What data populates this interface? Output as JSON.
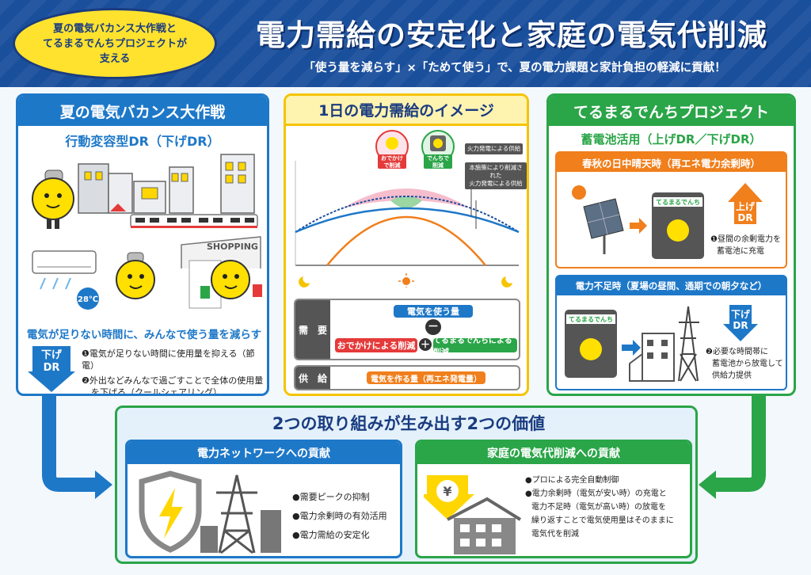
{
  "header": {
    "badge_line1": "夏の電気バカンス大作戦と",
    "badge_line2": "てるまるでんちプロジェクトが",
    "badge_line3": "支える",
    "title": "電力需給の安定化と家庭の電気代削減",
    "subtitle": "「使う量を減らす」×「ためて使う」で、夏の電力課題と家計負担の軽減に貢献！"
  },
  "left": {
    "title": "夏の電気バカンス大作戦",
    "subtitle": "行動変容型DR（下げDR）",
    "shopping_sign": "SHOPPING",
    "temp_badge": "28℃",
    "caption": "電気が足りない時間に、みんなで使う量を減らす",
    "arrow_line1": "下げ",
    "arrow_line2": "DR",
    "items": [
      "❶電気が足りない時間に使用量を抑える（節電）",
      "❷外出などみんなで過ごすことで全体の使用量",
      "を下げる（クールシェアリング）"
    ]
  },
  "mid": {
    "title": "1日の電力需給のイメージ",
    "bubble_pink_line1": "おでかけ",
    "bubble_pink_line2": "で削減",
    "bubble_green_line1": "でんちで",
    "bubble_green_line2": "削減",
    "tag1": "火力発電による供給",
    "tag2_line1": "本施策により削減された",
    "tag2_line2": "火力発電による供給",
    "demand_label": "需　要",
    "supply_label": "供　給",
    "use_amount": "電気を使う量",
    "minus": "－",
    "plus": "＋",
    "reduce_outing": "おでかけによる削減",
    "reduce_battery": "てるまるでんちによる削減",
    "make_amount": "電気を作る量（再エネ発電量）"
  },
  "right": {
    "title": "てるまるでんちプロジェクト",
    "subtitle": "蓄電池活用（上げDR／下げDR）",
    "sec1_title": "春秋の日中晴天時（再エネ電力余剰時）",
    "battery_label": "てるまるでんち",
    "up_line1": "上げ",
    "up_line2": "DR",
    "item1_line1": "❶昼間の余剰電力を",
    "item1_line2": "蓄電池に充電",
    "sec2_title": "電力不足時（夏場の昼間、通期での朝夕など）",
    "down_line1": "下げ",
    "down_line2": "DR",
    "item2_line1": "❷必要な時間帯に",
    "item2_line2": "蓄電池から放電して",
    "item2_line3": "供給力提供"
  },
  "bottom": {
    "title": "2つの取り組みが生み出す2つの価値",
    "card1_title": "電力ネットワークへの貢献",
    "card1_items": [
      "●需要ピークの抑制",
      "●電力余剰時の有効活用",
      "●電力需給の安定化"
    ],
    "card2_title": "家庭の電気代削減への貢献",
    "card2_items": [
      "●プロによる完全自動制御",
      "●電力余剰時（電気が安い時）の充電と",
      "電力不足時（電気が高い時）の放電を",
      "繰り返すことで電気使用量はそのままに",
      "電気代を削減"
    ],
    "yen": "¥"
  },
  "colors": {
    "blue": "#1e78c8",
    "navy": "#1a4f9c",
    "green": "#2aa548",
    "yellow": "#f5c400",
    "orange": "#f07f1c",
    "red": "#e53a3a",
    "pink": "#f5b6c8"
  },
  "icons": [
    "moon-icon",
    "sun-icon",
    "lightning-shield-icon",
    "power-tower-icon",
    "yen-icon",
    "house-icon",
    "solar-panel-icon",
    "building-icon"
  ]
}
